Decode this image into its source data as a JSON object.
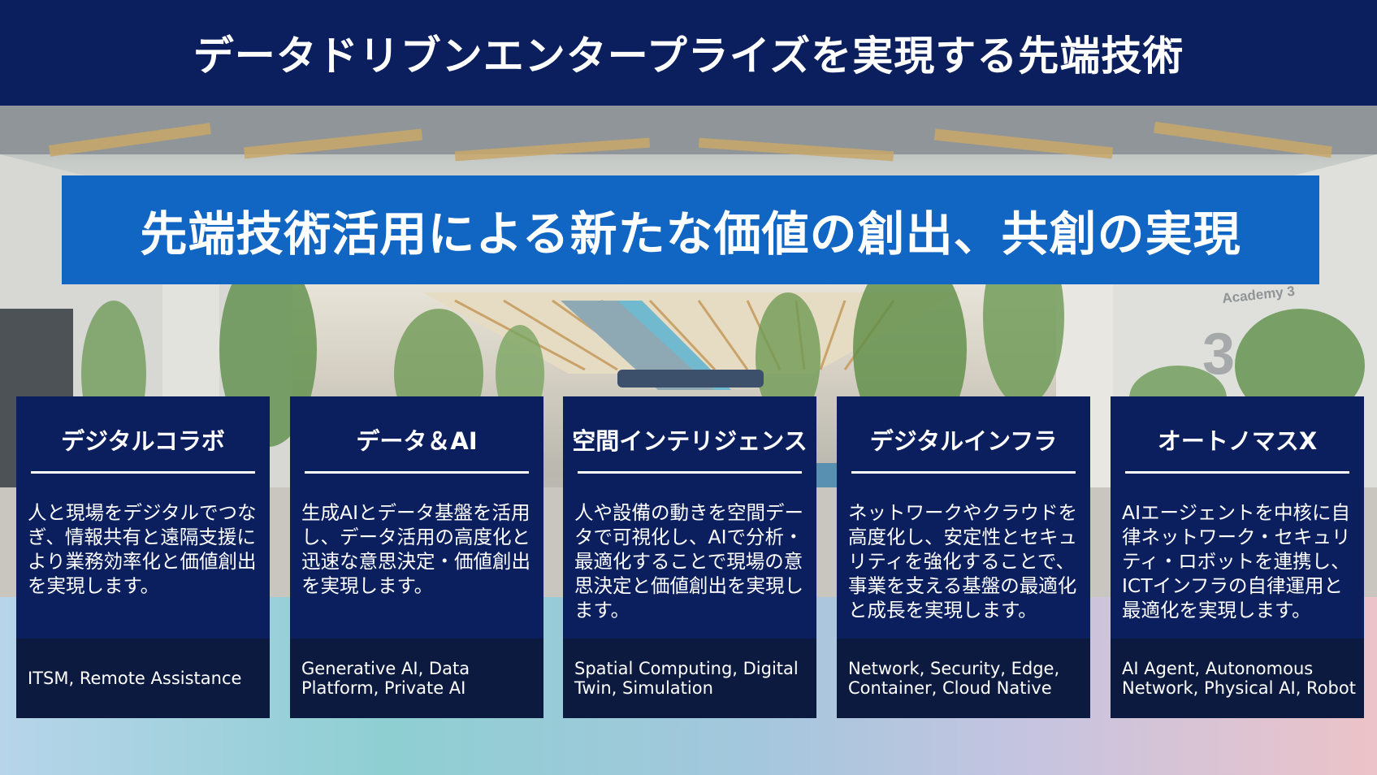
{
  "header": {
    "title": "データドリブンエンタープライズを実現する先端技術"
  },
  "banner": {
    "text": "先端技術活用による新たな価値の創出、共創の実現"
  },
  "cards": [
    {
      "title": "デジタルコラボ",
      "description": "人と現場をデジタルでつなぎ、情報共有と遠隔支援により業務効率化と価値創出を実現します。",
      "tags": "ITSM, Remote Assistance"
    },
    {
      "title": "データ＆AI",
      "description": "生成AIとデータ基盤を活用し、データ活用の高度化と迅速な意思決定・価値創出を実現します。",
      "tags": "Generative AI, Data Platform, Private AI"
    },
    {
      "title": "空間インテリジェンス",
      "description": "人や設備の動きを空間データで可視化し、AIで分析・最適化することで現場の意思決定と価値創出を実現します。",
      "tags": "Spatial Computing, Digital Twin, Simulation"
    },
    {
      "title": "デジタルインフラ",
      "description": "ネットワークやクラウドを高度化し、安定性とセキュリティを強化することで、事業を支える基盤の最適化と成長を実現します。",
      "tags": "Network, Security, Edge, Container, Cloud Native"
    },
    {
      "title": "オートノマスX",
      "description": "AIエージェントを中核に自律ネットワーク・セキュリティ・ロボットを連携し、ICTインフラの自律運用と最適化を実現します。",
      "tags": "AI Agent, Autonomous Network, Physical AI, Robot"
    }
  ],
  "background": {
    "signage_text": "Academy 3",
    "signage_number": "3"
  },
  "colors": {
    "navy": "#0b1f5e",
    "banner_blue": "#1166c4",
    "tag_strip": "#0c1a3f"
  }
}
